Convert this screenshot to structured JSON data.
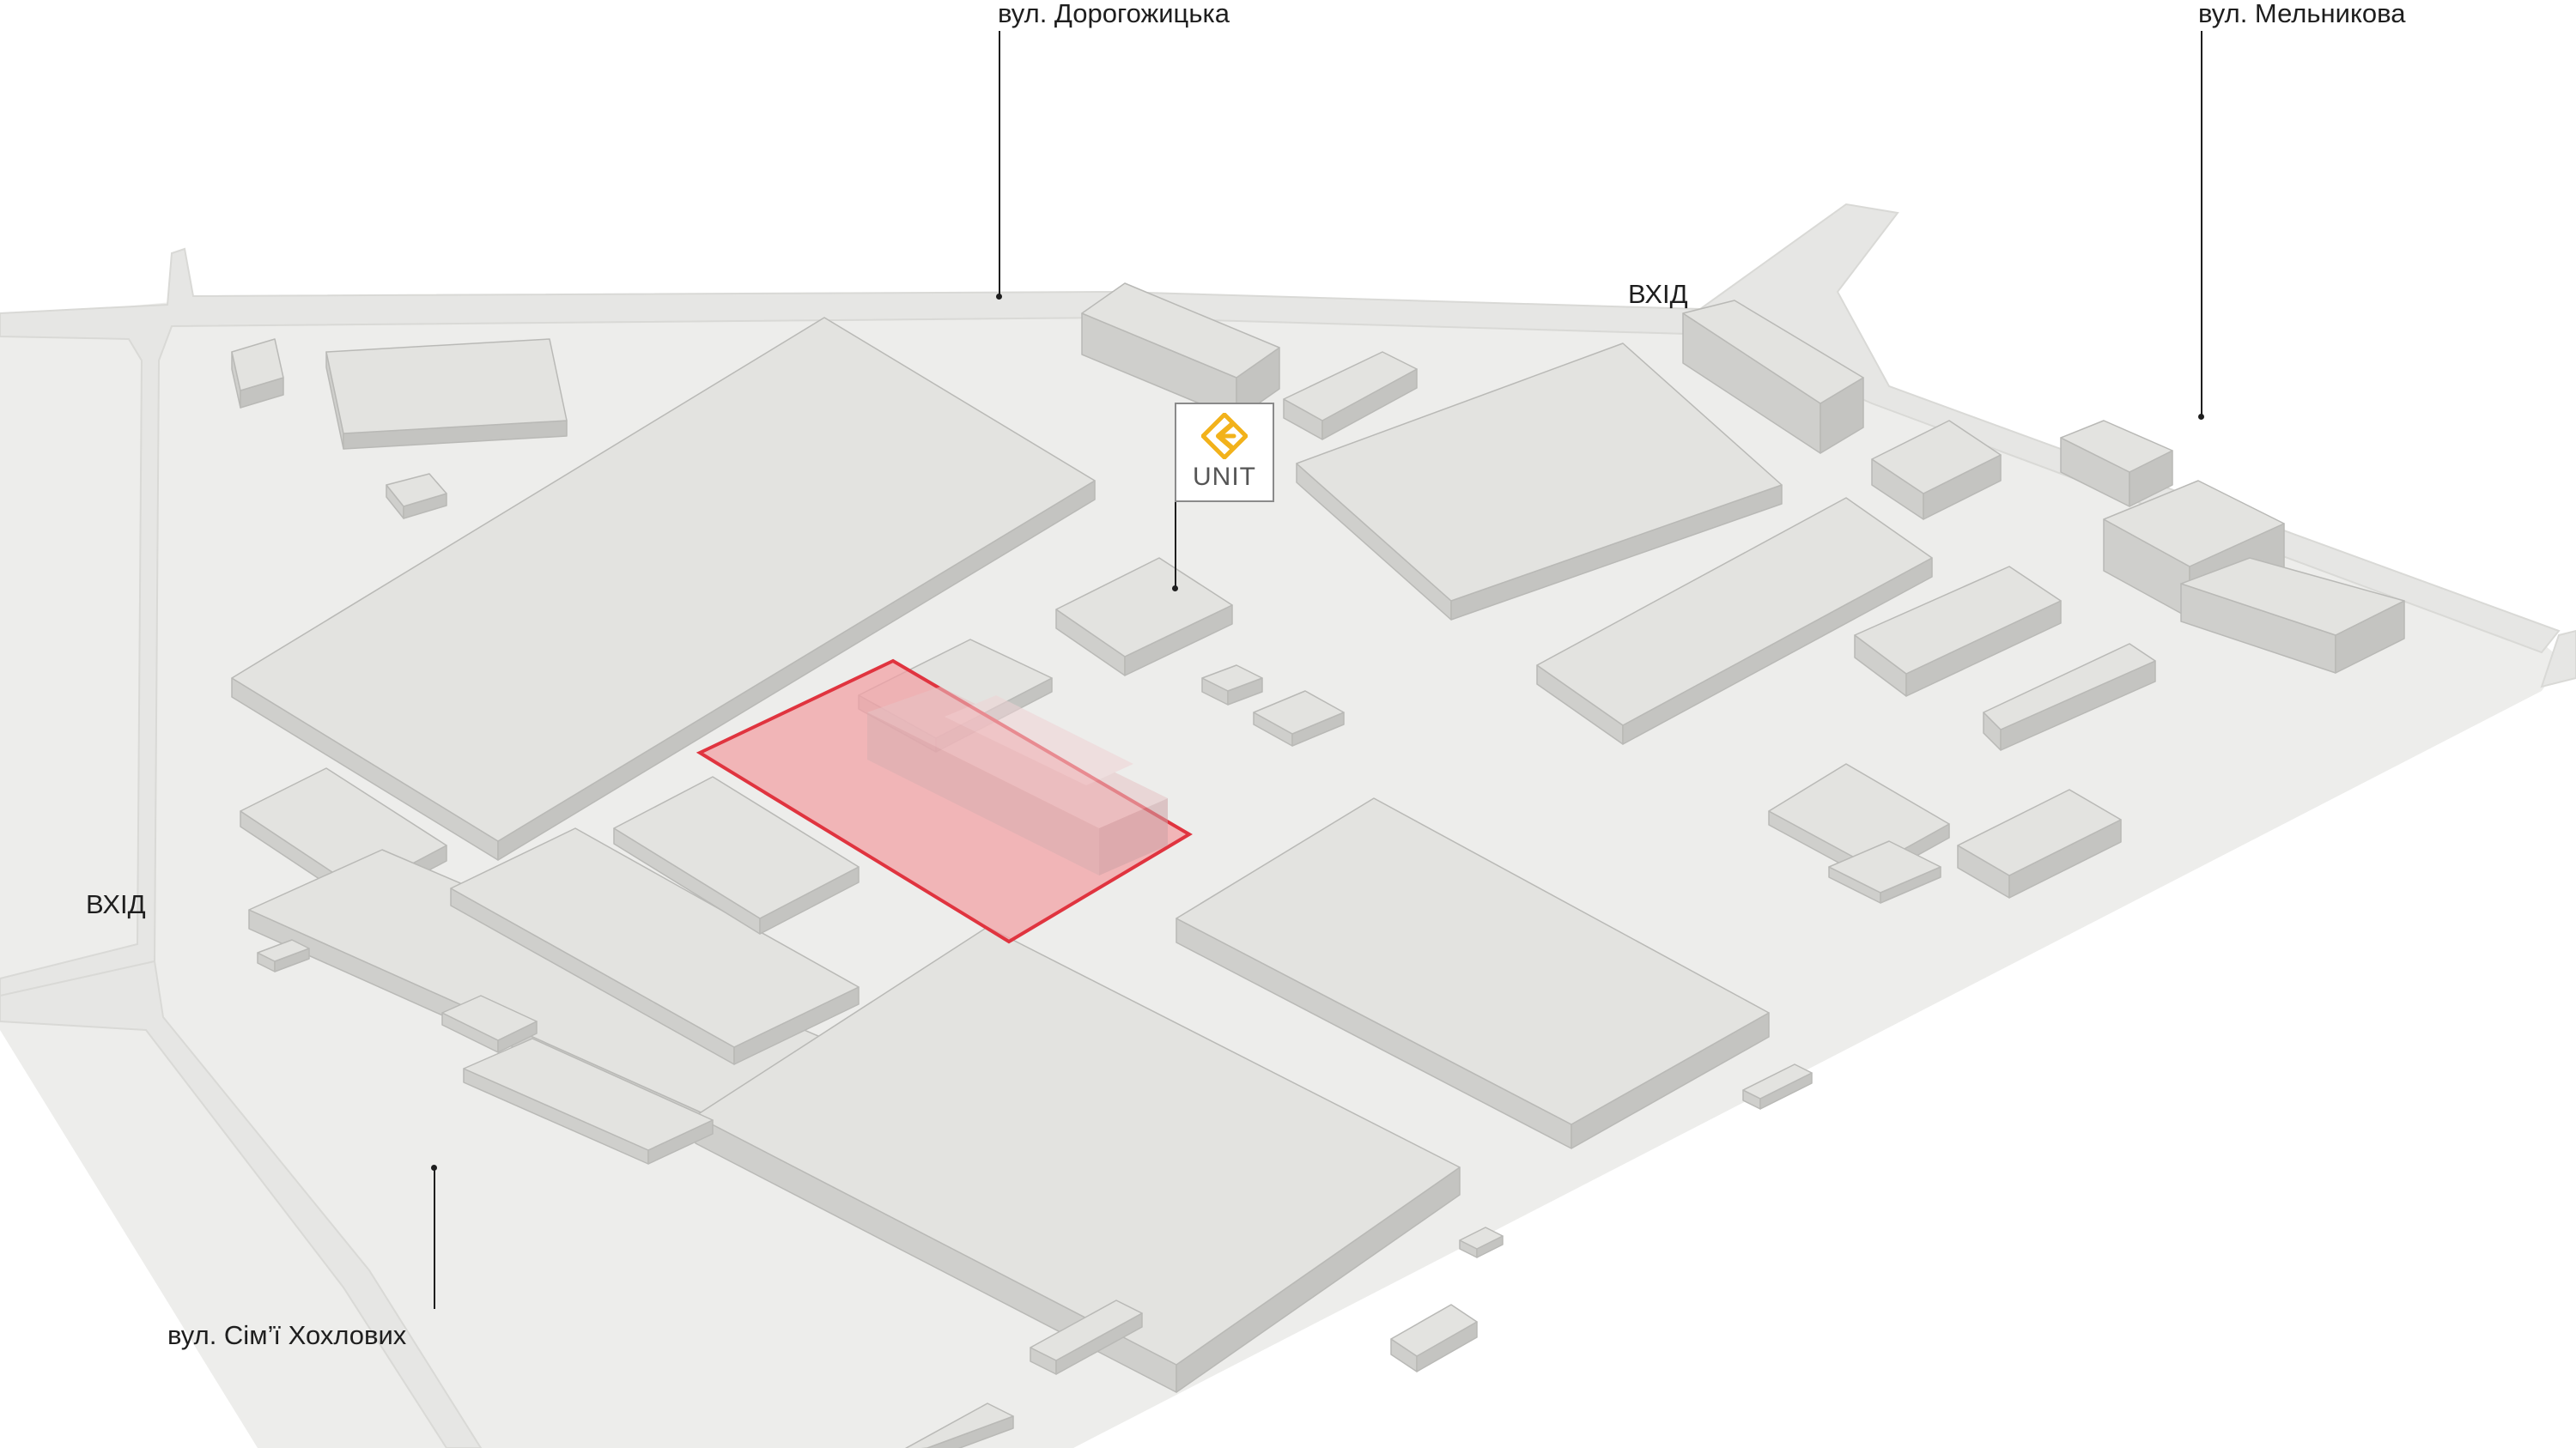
{
  "labels": {
    "street_top_center": "вул. Дорогожицька",
    "street_top_right": "вул. Мельникова",
    "street_bottom": "вул. Сім’ї Хохлових",
    "entrance_top": "ВХІД",
    "entrance_left": "ВХІД"
  },
  "marker": {
    "brand": "UNIT",
    "icon": "unit-logo-icon",
    "accent": "#f2b21b"
  },
  "colors": {
    "ground": "#ededeb",
    "building_top": "#e3e3e0",
    "building_side": "#cfcfcc",
    "building_edge": "#b9b9b6",
    "highlight_fill": "#f2a1a6",
    "highlight_stroke": "#e0343f",
    "text": "#1e1e1e"
  }
}
